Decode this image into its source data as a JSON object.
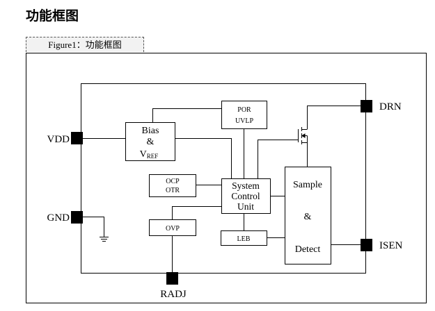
{
  "heading": "功能框图",
  "figure_caption": "Figure1：功能框图",
  "blocks": {
    "bias": {
      "line1": "Bias",
      "line2": "&",
      "vref_main": "V",
      "vref_sub": "REF"
    },
    "por_uvlp": {
      "line1": "POR",
      "line2": "UVLP"
    },
    "ocp_otr": {
      "line1": "OCP",
      "line2": "OTR"
    },
    "ovp": {
      "label": "OVP"
    },
    "leb": {
      "label": "LEB"
    },
    "system_control_unit": {
      "line1": "System",
      "line2": "Control",
      "line3": "Unit"
    },
    "sample_detect": {
      "line1": "Sample",
      "line2": "&",
      "line3": "Detect"
    }
  },
  "pins": {
    "vdd": "VDD",
    "gnd": "GND",
    "drn": "DRN",
    "isen": "ISEN",
    "radj": "RADJ"
  }
}
